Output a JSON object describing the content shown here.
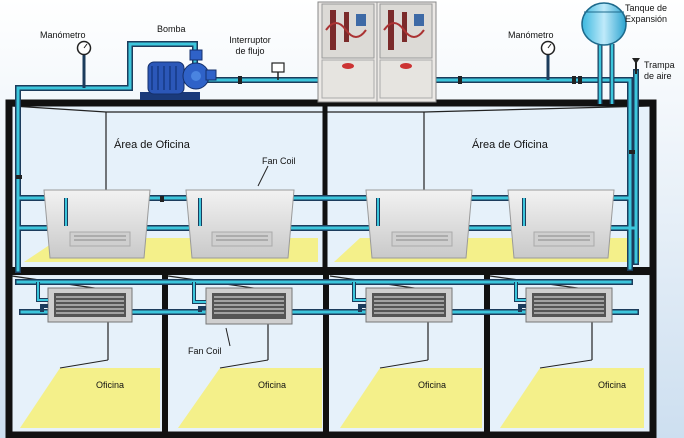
{
  "labels": {
    "manometro_left": "Manómetro",
    "bomba": "Bomba",
    "interruptor_line1": "Interruptor",
    "interruptor_line2": "de flujo",
    "manometro_right": "Manómetro",
    "tanque_line1": "Tanque de",
    "tanque_line2": "Expansión",
    "trampa_line1": "Trampa",
    "trampa_line2": "de aire",
    "area_left": "Área de Oficina",
    "area_right": "Área de Oficina",
    "fan_coil_top": "Fan Coil",
    "fan_coil_bottom": "Fan Coil",
    "oficina_1": "Oficina",
    "oficina_2": "Oficina",
    "oficina_3": "Oficina",
    "oficina_4": "Oficina"
  },
  "colors": {
    "background": "#e2edf7",
    "building_frame": "#111111",
    "floor_yellow": "#f4f08a",
    "pipe_cyan": "#3cc6dc",
    "pipe_outline": "#1c3c5c",
    "unit_grey": "#d6d6d6"
  }
}
